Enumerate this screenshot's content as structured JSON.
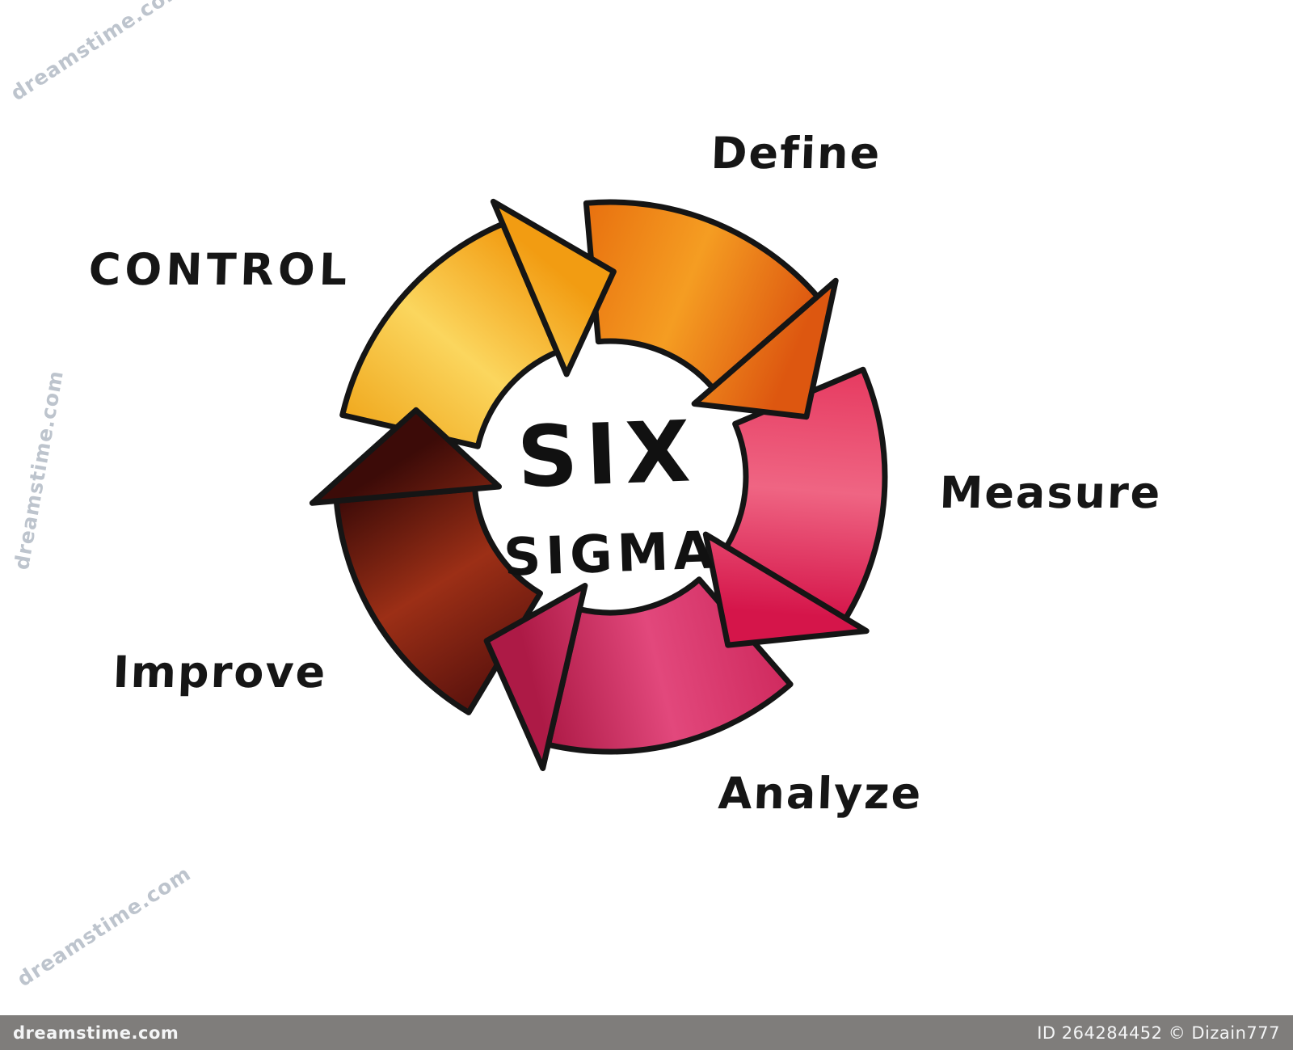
{
  "image": {
    "title": "Six Sigma process cycle diagram"
  },
  "diagram": {
    "center_line1": "SIX",
    "center_line2": "SIGMA",
    "steps": [
      {
        "label": "Define",
        "color": "#e0660f"
      },
      {
        "label": "Measure",
        "color": "#e02a56"
      },
      {
        "label": "Analyze",
        "color": "#c2265b"
      },
      {
        "label": "Improve",
        "color": "#5a120d"
      },
      {
        "label": "CONTROL",
        "color": "#f6b32c"
      }
    ]
  },
  "watermark": {
    "site": "dreamstime.com",
    "bar_left": "dreamstime.com",
    "bar_right": "ID 264284452 © Dizain777"
  }
}
